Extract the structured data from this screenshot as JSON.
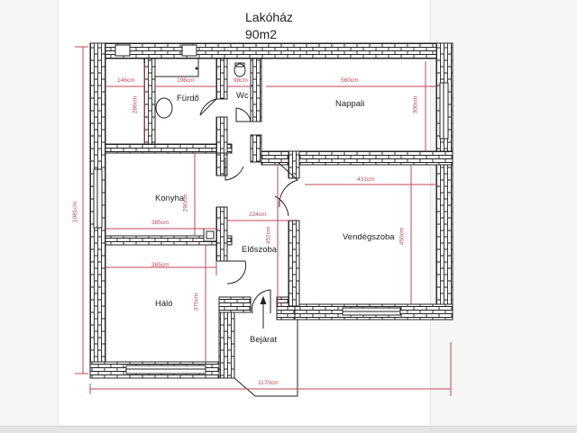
{
  "document": {
    "title_line1": "Lakóház",
    "title_line2": "90m2"
  },
  "rooms": [
    {
      "id": "furdo",
      "label": "Fürdő"
    },
    {
      "id": "wc",
      "label": "Wc"
    },
    {
      "id": "nappali",
      "label": "Nappali"
    },
    {
      "id": "konyha",
      "label": "Konyha"
    },
    {
      "id": "eloszoba",
      "label": "Előszoba"
    },
    {
      "id": "vendegszoba",
      "label": "Vendégszoba"
    },
    {
      "id": "halo",
      "label": "Háló"
    },
    {
      "id": "bejarat",
      "label": "Bejárat"
    }
  ],
  "dimensions": {
    "storage_width": "146cm",
    "storage_height": "286cm",
    "furdo_width": "196cm",
    "wc_width": "98cm",
    "nappali_width": "560cm",
    "nappali_height": "300cm",
    "konyha_width": "385cm",
    "konyha_height": "290cm",
    "eloszoba_width": "224cm",
    "eloszoba_height": "452cm",
    "vendeg_width": "431cm",
    "vendeg_height": "450cm",
    "halo_width": "365cm",
    "halo_height": "375cm",
    "total_width": "1170cm",
    "total_height": "1081cm"
  },
  "colors": {
    "wall": "#222222",
    "dimension": "#c0475a",
    "page": "#ffffff",
    "background": "#f6f6f6"
  }
}
